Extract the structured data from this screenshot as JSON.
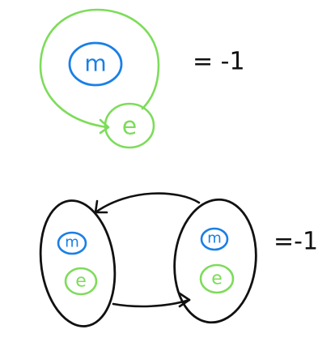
{
  "colors": {
    "electron": "#7ddc5a",
    "muon": "#1a7fe6",
    "ink": "#111111"
  },
  "diagram1": {
    "muon_label": "m",
    "electron_label": "e",
    "value": "= -1"
  },
  "diagram2": {
    "left": {
      "muon_label": "m",
      "electron_label": "e"
    },
    "right": {
      "muon_label": "m",
      "electron_label": "e"
    },
    "value": "=-1"
  }
}
